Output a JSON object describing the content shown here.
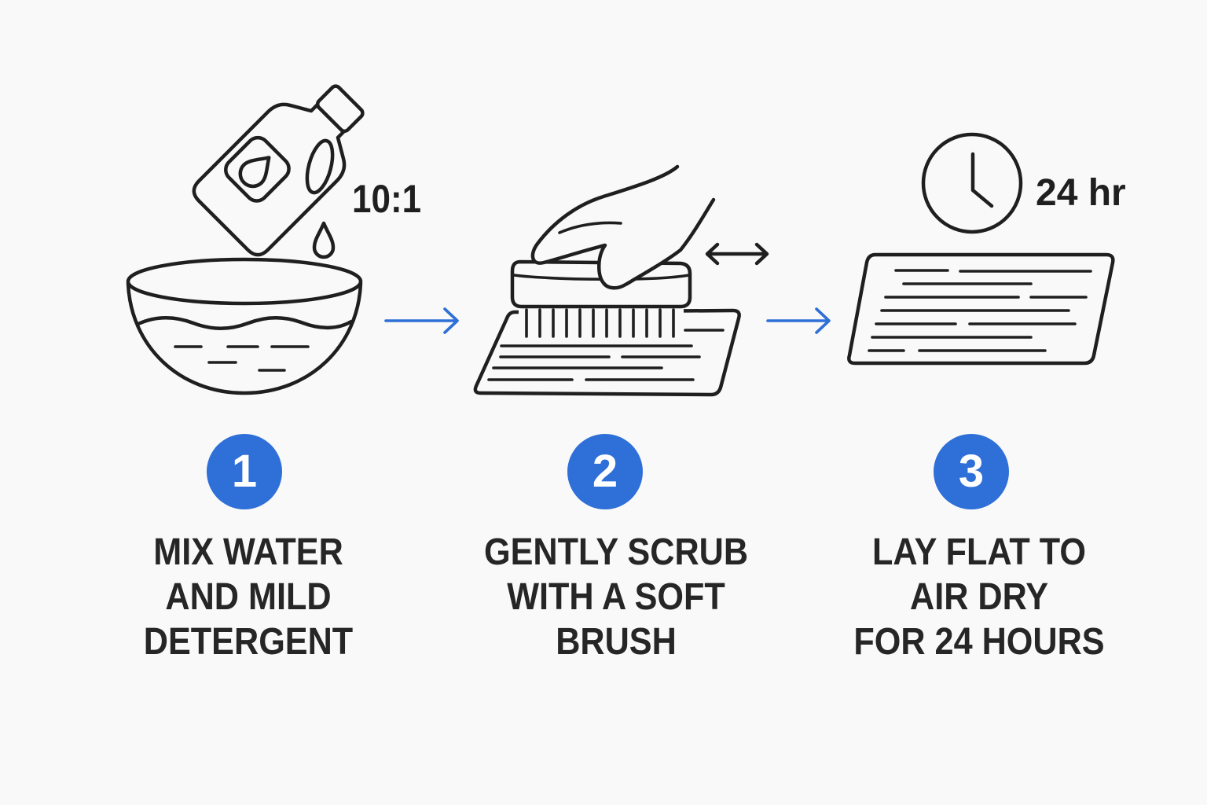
{
  "steps": [
    {
      "number": "1",
      "caption_lines": [
        "MIX WATER",
        "AND MILD",
        "DETERGENT"
      ],
      "ratio_label": "10:1",
      "icons": [
        "detergent-bottle-icon",
        "water-drop-icon",
        "bowl-icon"
      ]
    },
    {
      "number": "2",
      "caption_lines": [
        "GENTLY SCRUB",
        "WITH A SOFT",
        "BRUSH"
      ],
      "icons": [
        "hand-icon",
        "scrub-brush-icon",
        "mat-icon",
        "double-arrow-icon"
      ]
    },
    {
      "number": "3",
      "caption_lines": [
        "LAY FLAT TO",
        "AIR DRY",
        "FOR 24 HOURS"
      ],
      "duration_label": "24 hr",
      "icons": [
        "clock-icon",
        "mat-icon"
      ]
    }
  ],
  "connectors": [
    {
      "icon": "arrow-right-icon"
    },
    {
      "icon": "arrow-right-icon"
    }
  ],
  "colors": {
    "accent": "#2e6fd8",
    "ink": "#1f1f1f",
    "background": "#f9f9f9",
    "badge_text": "#ffffff"
  }
}
